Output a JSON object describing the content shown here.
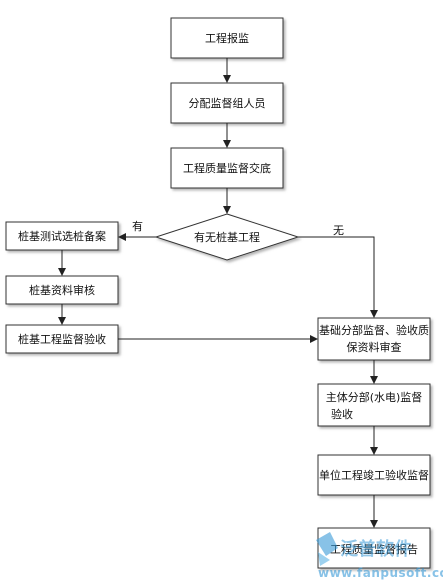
{
  "nodes": {
    "report": "工程报监",
    "assign": "分配监督组人员",
    "briefing": "工程质量监督交底",
    "decision": "有无桩基工程",
    "pile_record": "桩基测试选桩备案",
    "pile_review": "桩基资料审核",
    "pile_accept": "桩基工程监督验收",
    "foundation_line1": "基础分部监督、验收质",
    "foundation_line2": "保资料审查",
    "main_line1": "主体分部(水电)监督",
    "main_line2": "验收",
    "completion": "单位工程竣工验收监督",
    "report_final": "工程质量监督报告"
  },
  "edges": {
    "yes": "有",
    "no": "无"
  },
  "watermark": {
    "brand": "泛普软件",
    "url": "www.fanpusoft.com",
    "accent": "#3a9bd8"
  }
}
